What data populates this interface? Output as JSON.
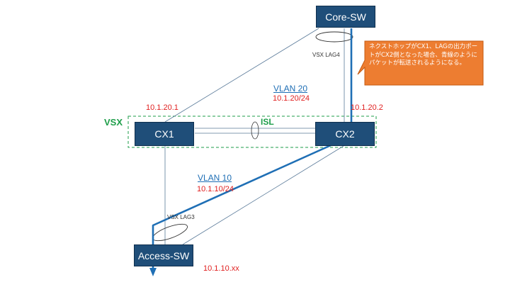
{
  "nodes": {
    "core": "Core-SW",
    "cx1": "CX1",
    "cx2": "CX2",
    "access": "Access-SW"
  },
  "labels": {
    "vsx": "VSX",
    "isl": "ISL",
    "vsx_lag4": "VSX LAG4",
    "vsx_lag3": "VSX LAG3",
    "vlan20": "VLAN 20",
    "vlan20_subnet": "10.1.20/24",
    "vlan10": "VLAN 10",
    "vlan10_subnet": "10.1.10/24",
    "cx1_ip": "10.1.20.1",
    "cx2_ip": "10.1.20.2",
    "host_ip": "10.1.10.xx"
  },
  "callout": {
    "text": "ネクストホップがCX1、LAGの出力ポートがCX2側となった場合、青線のようにパケットが転送されるようになる。"
  },
  "colors": {
    "node_fill": "#1f4e79",
    "path_blue": "#1f6fb5",
    "callout_fill": "#ed7d31",
    "vsx_green": "#1e9e4a",
    "ip_red": "#e02020"
  }
}
